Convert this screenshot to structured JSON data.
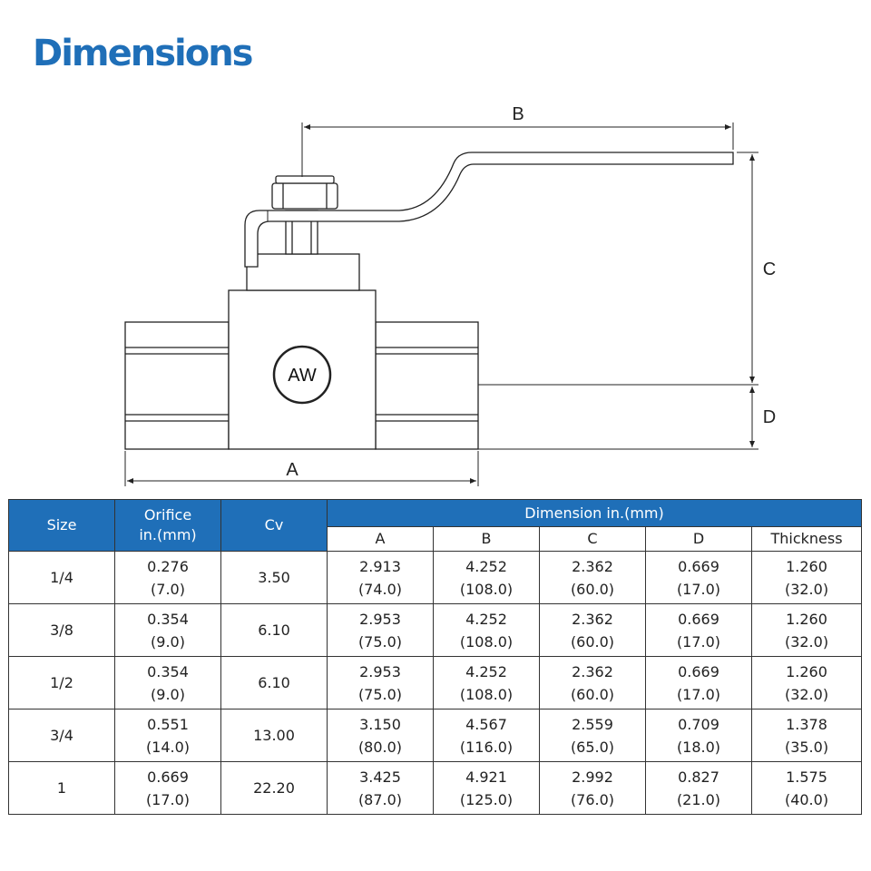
{
  "title": "Dimensions",
  "drawing": {
    "dimension_labels": {
      "a": "A",
      "b": "B",
      "c": "C",
      "d": "D"
    },
    "logo_text": "AW"
  },
  "table": {
    "headers": {
      "size": "Size",
      "orifice_line1": "Orifice",
      "orifice_line2": "in.(mm)",
      "cv": "Cv",
      "dimension_group": "Dimension in.(mm)",
      "a": "A",
      "b": "B",
      "c": "C",
      "d": "D",
      "thickness": "Thickness"
    },
    "rows": [
      {
        "size": "1/4",
        "cv": "3.50",
        "orifice_in": "0.276",
        "orifice_mm": "(7.0)",
        "a_in": "2.913",
        "a_mm": "(74.0)",
        "b_in": "4.252",
        "b_mm": "(108.0)",
        "c_in": "2.362",
        "c_mm": "(60.0)",
        "d_in": "0.669",
        "d_mm": "(17.0)",
        "t_in": "1.260",
        "t_mm": "(32.0)"
      },
      {
        "size": "3/8",
        "cv": "6.10",
        "orifice_in": "0.354",
        "orifice_mm": "(9.0)",
        "a_in": "2.953",
        "a_mm": "(75.0)",
        "b_in": "4.252",
        "b_mm": "(108.0)",
        "c_in": "2.362",
        "c_mm": "(60.0)",
        "d_in": "0.669",
        "d_mm": "(17.0)",
        "t_in": "1.260",
        "t_mm": "(32.0)"
      },
      {
        "size": "1/2",
        "cv": "6.10",
        "orifice_in": "0.354",
        "orifice_mm": "(9.0)",
        "a_in": "2.953",
        "a_mm": "(75.0)",
        "b_in": "4.252",
        "b_mm": "(108.0)",
        "c_in": "2.362",
        "c_mm": "(60.0)",
        "d_in": "0.669",
        "d_mm": "(17.0)",
        "t_in": "1.260",
        "t_mm": "(32.0)"
      },
      {
        "size": "3/4",
        "cv": "13.00",
        "orifice_in": "0.551",
        "orifice_mm": "(14.0)",
        "a_in": "3.150",
        "a_mm": "(80.0)",
        "b_in": "4.567",
        "b_mm": "(116.0)",
        "c_in": "2.559",
        "c_mm": "(65.0)",
        "d_in": "0.709",
        "d_mm": "(18.0)",
        "t_in": "1.378",
        "t_mm": "(35.0)"
      },
      {
        "size": "1",
        "cv": "22.20",
        "orifice_in": "0.669",
        "orifice_mm": "(17.0)",
        "a_in": "3.425",
        "a_mm": "(87.0)",
        "b_in": "4.921",
        "b_mm": "(125.0)",
        "c_in": "2.992",
        "c_mm": "(76.0)",
        "d_in": "0.827",
        "d_mm": "(21.0)",
        "t_in": "1.575",
        "t_mm": "(40.0)"
      }
    ]
  },
  "colors": {
    "title": "#1f6fb8",
    "header_bg": "#1f6fb8",
    "header_text": "#ffffff",
    "line": "#222222"
  }
}
